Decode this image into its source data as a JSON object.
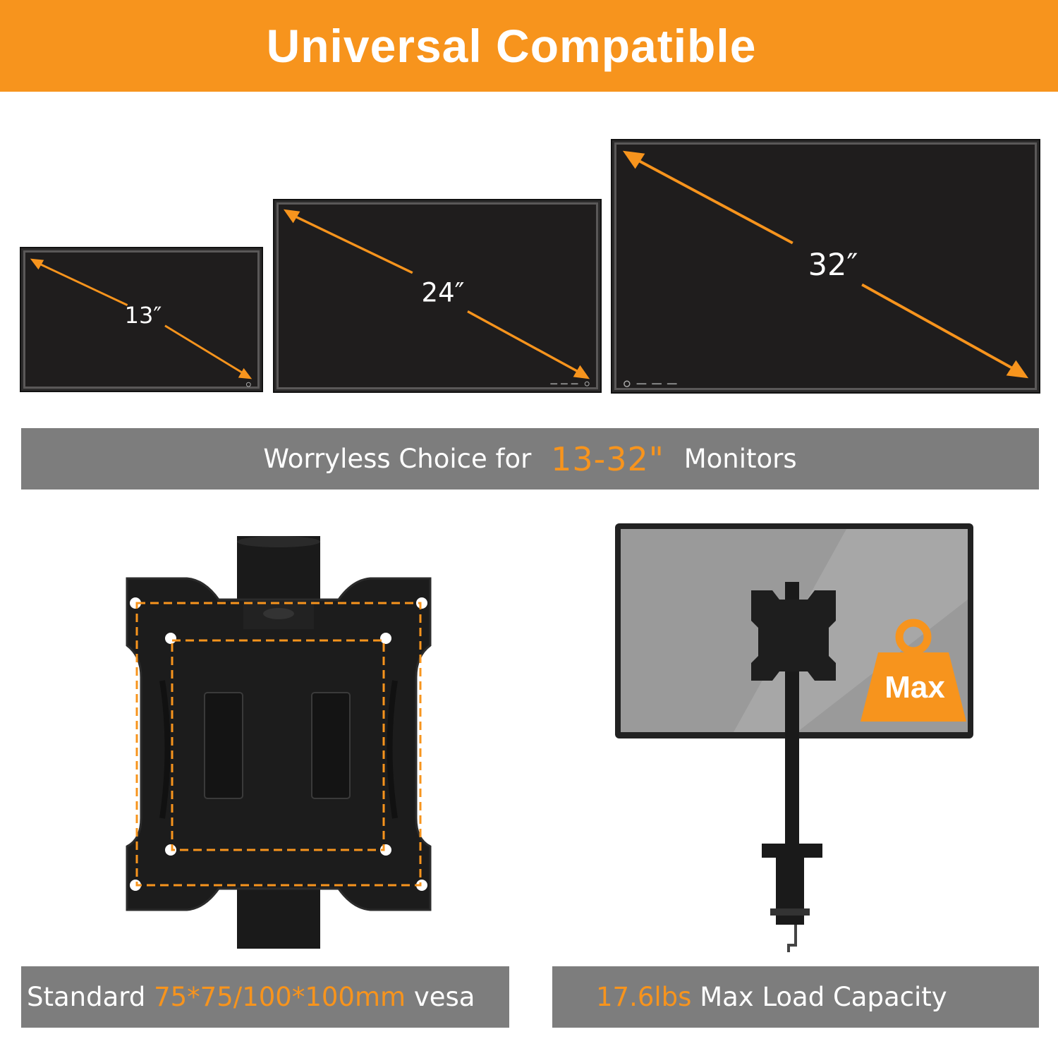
{
  "header": {
    "title": "Universal Compatible"
  },
  "monitors": [
    {
      "size_label": "13″"
    },
    {
      "size_label": "24″"
    },
    {
      "size_label": "32″"
    }
  ],
  "choice_bar": {
    "prefix": "Worryless Choice for ",
    "range": "13-32\"",
    "suffix": " Monitors"
  },
  "vesa_bar": {
    "prefix": "Standard ",
    "sizes": "75*75/100*100mm",
    "suffix": " vesa"
  },
  "load_bar": {
    "weight": "17.6lbs",
    "suffix": " Max Load Capacity"
  },
  "weight_badge": {
    "label": "Max"
  },
  "colors": {
    "accent": "#f7941d",
    "bar_gray": "#7d7d7d",
    "monitor_black": "#1f1d1d"
  }
}
